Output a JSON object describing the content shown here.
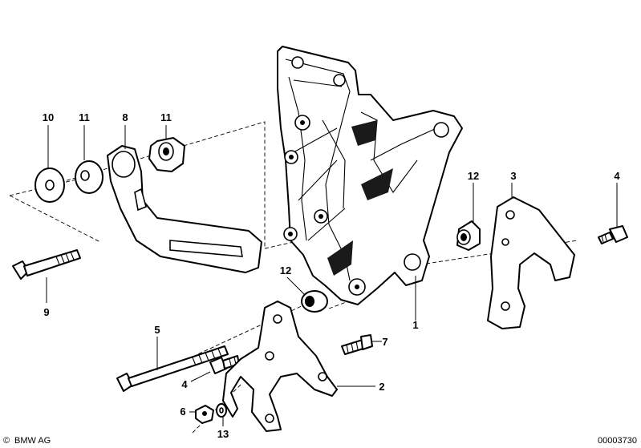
{
  "callouts": {
    "c1": "1",
    "c2": "2",
    "c3": "3",
    "c4a": "4",
    "c4b": "4",
    "c5": "5",
    "c6": "6",
    "c7": "7",
    "c8": "8",
    "c9": "9",
    "c10": "10",
    "c11a": "11",
    "c11b": "11",
    "c12a": "12",
    "c12b": "12",
    "c13": "13"
  },
  "footer": {
    "copyright_symbol": "©",
    "brand": "BMW AG",
    "diagram_number": "00003730"
  }
}
